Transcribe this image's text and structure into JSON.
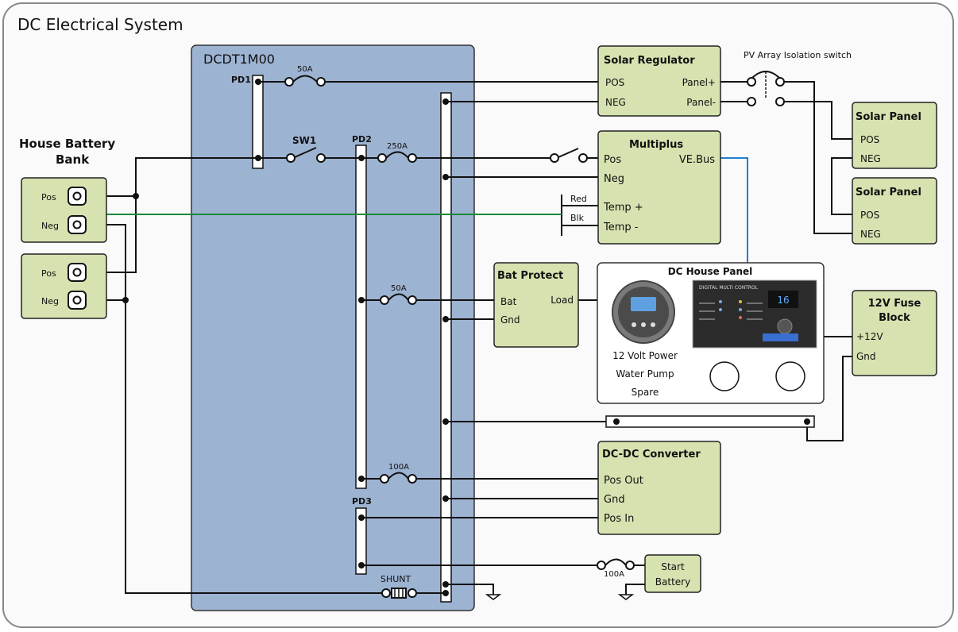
{
  "title": "DC Electrical System",
  "panel": {
    "name": "DCDT1M00"
  },
  "bus_labels": {
    "pd1": "PD1",
    "pd2": "PD2",
    "pd3": "PD3"
  },
  "sw1": "SW1",
  "fuses": {
    "f50_top": "50A",
    "f250": "250A",
    "f50_mid": "50A",
    "f100": "100A",
    "f100_start": "100A"
  },
  "shunt": "SHUNT",
  "house_battery": {
    "title_line1": "House Battery",
    "title_line2": "Bank",
    "pos": "Pos",
    "neg": "Neg"
  },
  "pv_switch": "PV Array Isolation switch",
  "solar_regulator": {
    "title": "Solar Regulator",
    "pos": "POS",
    "neg": "NEG",
    "panel_plus": "Panel+",
    "panel_minus": "Panel-"
  },
  "solar_panel": {
    "title": "Solar Panel",
    "pos": "POS",
    "neg": "NEG"
  },
  "multiplus": {
    "title": "Multiplus",
    "pos": "Pos",
    "neg": "Neg",
    "vebus": "VE.Bus",
    "temp_plus": "Temp +",
    "temp_minus": "Temp -",
    "red": "Red",
    "blk": "Blk"
  },
  "bat_protect": {
    "title": "Bat Protect",
    "bat": "Bat",
    "gnd": "Gnd",
    "load": "Load"
  },
  "dc_house_panel": {
    "title": "DC House Panel",
    "line1": "12 Volt Power",
    "line2": "Water Pump",
    "line3": "Spare",
    "dmc_label": "DIGITAL MULTI CONTROL",
    "dmc_display": "16"
  },
  "fuse_block": {
    "title_line1": "12V Fuse",
    "title_line2": "Block",
    "v12": "+12V",
    "gnd": "Gnd"
  },
  "dcdc": {
    "title": "DC-DC Converter",
    "pos_out": "Pos Out",
    "gnd": "Gnd",
    "pos_in": "Pos In"
  },
  "start_battery": {
    "line1": "Start",
    "line2": "Battery"
  },
  "colors": {
    "panel_blue": "#9db3d2",
    "box_green": "#d6e2b0",
    "wire_green": "#1a8a3a",
    "wire_blue": "#1f7fd0"
  }
}
